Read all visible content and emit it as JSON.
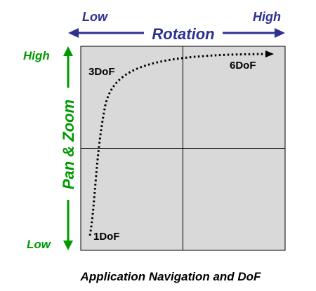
{
  "colors": {
    "horizontal_axis": "#2e3192",
    "vertical_axis": "#009900",
    "grid_fill": "#d9d9d9",
    "grid_line": "#000000",
    "curve": "#000000",
    "caption": "#000000"
  },
  "icons": {
    "horizontal_arrow": "double-headed-arrow",
    "vertical_arrow": "double-headed-arrow",
    "curve_end": "arrowhead"
  },
  "horizontal_axis": {
    "title": "Rotation",
    "low_label": "Low",
    "high_label": "High"
  },
  "vertical_axis": {
    "title": "Pan & Zoom",
    "low_label": "Low",
    "high_label": "High"
  },
  "grid": {
    "rows": 2,
    "columns": 2
  },
  "points": {
    "start": "1DoF",
    "middle": "3DoF",
    "end": "6DoF"
  },
  "caption": "Application Navigation and DoF"
}
